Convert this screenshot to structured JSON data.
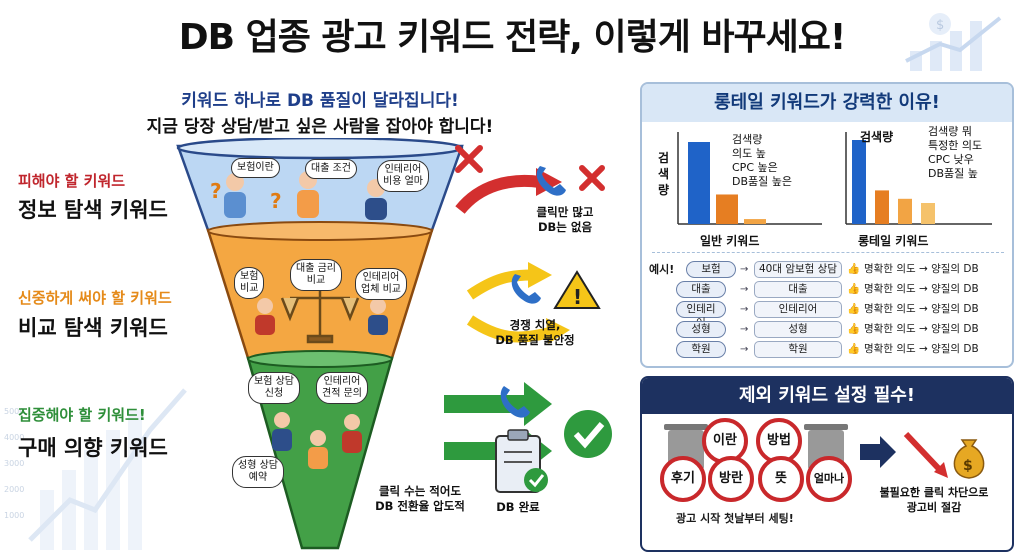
{
  "title": "DB 업종 광고 키워드 전략, 이렇게 바꾸세요!",
  "subtitle": {
    "line1": "키워드 하나로 DB 품질이 달라집니다!",
    "line2": "지금 당장 상담/받고 싶은 사람을 잡아야 합니다!"
  },
  "stages": [
    {
      "label": "피해야 할 키워드",
      "name": "정보 탐색 키워드",
      "color": "#c0262d",
      "bubbles": [
        "보험이란",
        "대출 조건",
        "인테리어\n비용 얼마"
      ],
      "note": "클릭만 많고\nDB는 없음",
      "icons": [
        "question-icon",
        "phone-icon",
        "cross-icon"
      ]
    },
    {
      "label": "신중하게 써야 할 키워드",
      "name": "비교 탐색 키워드",
      "color": "#e58a19",
      "bubbles": [
        "보험\n비교",
        "대출 금리\n비교",
        "인테리어\n업체 비교"
      ],
      "note": "경쟁 치열,\nDB 품질 불안정",
      "icons": [
        "scale-icon",
        "phone-icon",
        "warning-icon"
      ]
    },
    {
      "label": "집중해야 할 키워드!",
      "name": "구매 의향 키워드",
      "color": "#2f8f3a",
      "bubbles": [
        "보험 상담\n신청",
        "인테리어\n견적 문의",
        "성형 상담\n예약"
      ],
      "note": "클릭 수는 적어도\nDB 전환율 압도적",
      "note2": "DB 완료",
      "icons": [
        "phone-icon",
        "clipboard-icon",
        "check-icon"
      ]
    }
  ],
  "longtail": {
    "heading": "롱테일 키워드가 강력한 이유!",
    "left_chart": {
      "xlabel": "일반 키워드",
      "ylabel": "검색량",
      "caption": "검색량\n의도 높\nCPC 높은\nDB품질 높은"
    },
    "right_chart": {
      "xlabel": "롱테일 키워드",
      "ylabel": "검색량",
      "caption": "검색량 뭐\n특정한 의도\nCPC 낮우\nDB품질 높"
    },
    "examples_label": "예시!",
    "examples": [
      {
        "key": "보험",
        "long": "40대 암보험 상담",
        "result": "명확한 의도 → 양질의 DB"
      },
      {
        "key": "대출",
        "long": "대출",
        "result": "명확한 의도 → 양질의 DB"
      },
      {
        "key": "인테리어",
        "long": "인테리어",
        "result": "명확한 의도 → 양질의 DB"
      },
      {
        "key": "성형",
        "long": "성형",
        "result": "명확한 의도 → 양질의 DB"
      },
      {
        "key": "학원",
        "long": "학원",
        "result": "명확한 의도 → 양질의 DB"
      }
    ]
  },
  "exclusion": {
    "heading": "제외 키워드 설정 필수!",
    "banned": [
      "이란",
      "방법",
      "후기",
      "방란",
      "뜻",
      "얼마나"
    ],
    "caption": "광고 시작 첫날부터 세팅!",
    "result": "불필요한 클릭 차단으로\n광고비 절감",
    "money_icon": "money-bag-icon"
  },
  "colors": {
    "red": "#c0262d",
    "orange": "#e58a19",
    "green": "#2f8f3a",
    "navy": "#1f3f8a",
    "bar_blue": "#1f63c8",
    "bar_orange": "#e67e22"
  },
  "chart_data": [
    {
      "type": "bar",
      "xlabel": "일반 키워드",
      "ylabel": "검색량",
      "values": [
        10,
        3.6,
        0.6
      ],
      "colors": [
        "#1f63c8",
        "#e67e22",
        "#f2a444"
      ]
    },
    {
      "type": "bar",
      "xlabel": "롱테일 키워드",
      "ylabel": "검색량",
      "values": [
        10,
        4,
        3,
        2.5
      ],
      "colors": [
        "#1f63c8",
        "#e67e22",
        "#f2a444",
        "#f5c26b"
      ]
    }
  ]
}
